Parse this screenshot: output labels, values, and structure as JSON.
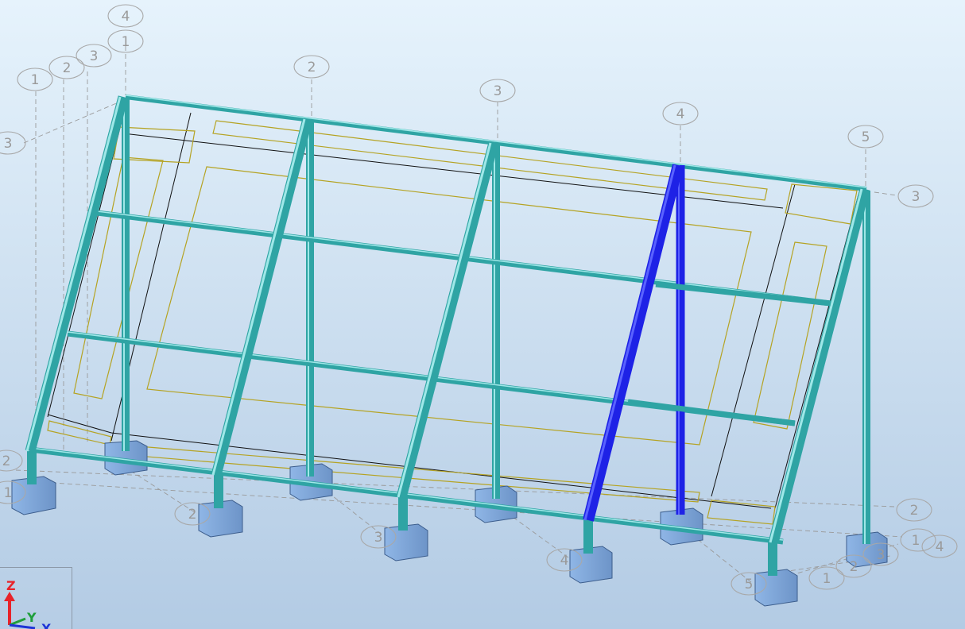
{
  "viewport": {
    "background_top": "#e3f1fb",
    "background_bottom": "#b5cde6"
  },
  "colors": {
    "member": "#2fa4a4",
    "selected_member": "#1e22e6",
    "panel_outline": "#b5a323",
    "footing": "#7fa8da"
  },
  "grid_labels": {
    "top_a4": "4",
    "top_b1": "1",
    "top_c3": "3",
    "top_d2": "2",
    "top_e1": "1",
    "left_3": "3",
    "axis_2": "2",
    "axis_3": "3",
    "axis_4": "4",
    "axis_5": "5",
    "right_3": "3",
    "left_2": "2",
    "left_1": "1",
    "bottom_2": "2",
    "bottom_3": "3",
    "bottom_4": "4",
    "bottom_5": "5",
    "right_2": "2",
    "right_1a": "1",
    "right_4": "4",
    "right_3b": "3",
    "right_2b": "2",
    "right_1b": "1"
  },
  "axis_widget": {
    "z_label": "Z",
    "y_label": "Y",
    "x_label": "X",
    "z_color": "#e8232a",
    "y_color": "#1e9e3a",
    "x_color": "#1e33d6"
  }
}
